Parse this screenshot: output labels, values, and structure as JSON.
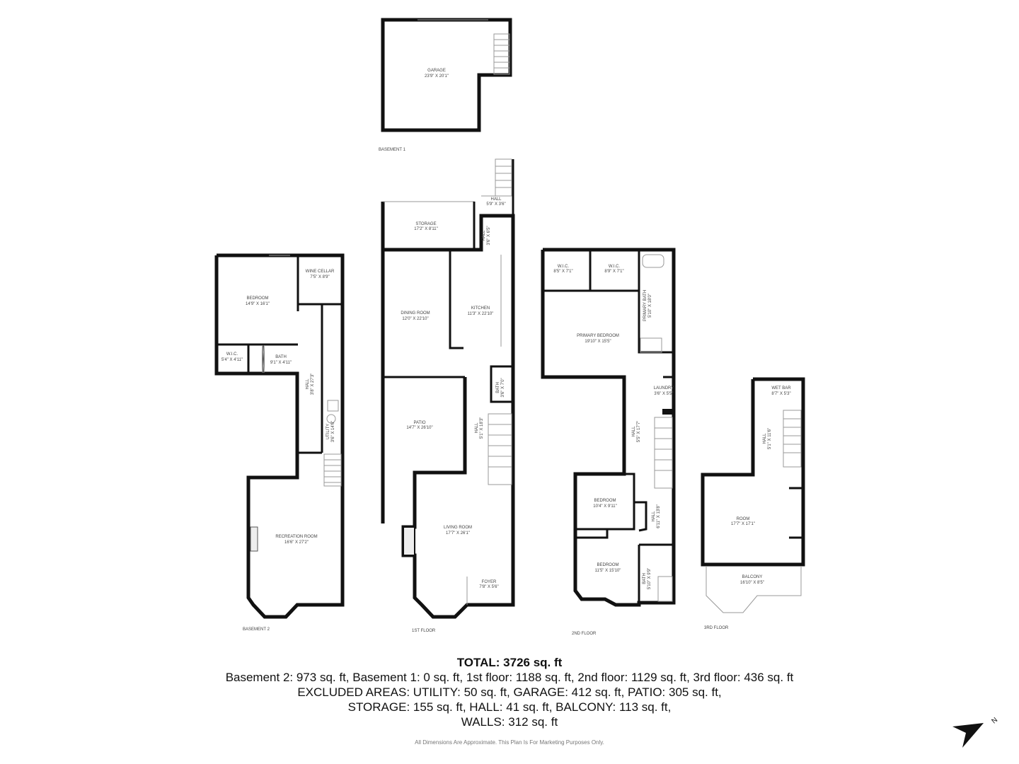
{
  "floors": {
    "garage_level": {
      "rooms": [
        {
          "name": "GARAGE",
          "dims": "23'9\" X 20'1\""
        }
      ],
      "label": "BASEMENT 1"
    },
    "basement2": {
      "label": "BASEMENT 2",
      "rooms": [
        {
          "name": "BEDROOM",
          "dims": "14'9\" X 16'1\""
        },
        {
          "name": "WINE CELLAR",
          "dims": "7'5\" X 8'9\""
        },
        {
          "name": "W.I.C.",
          "dims": "5'4\" X 4'11\""
        },
        {
          "name": "BATH",
          "dims": "9'1\" X 4'11\""
        },
        {
          "name": "HALL",
          "dims": "3'8\" X 27'3\""
        },
        {
          "name": "UTILITY",
          "dims": "3'6\" X 14'6\""
        },
        {
          "name": "RECREATION ROOM",
          "dims": "16'6\" X 27'2\""
        }
      ]
    },
    "first": {
      "label": "1ST FLOOR",
      "rooms": [
        {
          "name": "HALL",
          "dims": "5'9\" X 3'6\""
        },
        {
          "name": "STORAGE",
          "dims": "17'2\" X 8'11\""
        },
        {
          "name": "HALL",
          "dims": "3'6\" X 6'5\""
        },
        {
          "name": "DINING ROOM",
          "dims": "12'0\" X 22'10\""
        },
        {
          "name": "KITCHEN",
          "dims": "11'3\" X 22'10\""
        },
        {
          "name": "BATH",
          "dims": "3'6\" X 7'0\""
        },
        {
          "name": "PATIO",
          "dims": "14'7\" X 26'10\""
        },
        {
          "name": "HALL",
          "dims": "5'1\" X 18'3\""
        },
        {
          "name": "LIVING ROOM",
          "dims": "17'7\" X 26'1\""
        },
        {
          "name": "FOYER",
          "dims": "7'8\" X 5'6\""
        }
      ]
    },
    "second": {
      "label": "2ND FLOOR",
      "rooms": [
        {
          "name": "W.I.C.",
          "dims": "8'5\" X 7'1\""
        },
        {
          "name": "W.I.C.",
          "dims": "8'9\" X 7'1\""
        },
        {
          "name": "PRIMARY BATH",
          "dims": "5'10\" X 18'0\""
        },
        {
          "name": "PRIMARY BEDROOM",
          "dims": "19'10\" X 15'5\""
        },
        {
          "name": "LAUNDRY",
          "dims": "3'6\" X 5'5\""
        },
        {
          "name": "HALL",
          "dims": "5'5\" X 17'7\""
        },
        {
          "name": "BEDROOM",
          "dims": "10'4\" X 9'11\""
        },
        {
          "name": "HALL",
          "dims": "6'11\" X 13'8\""
        },
        {
          "name": "BEDROOM",
          "dims": "11'5\" X 15'10\""
        },
        {
          "name": "BATH",
          "dims": "5'10\" X 9'9\""
        }
      ]
    },
    "third": {
      "label": "3RD FLOOR",
      "rooms": [
        {
          "name": "WET BAR",
          "dims": "8'7\" X 5'3\""
        },
        {
          "name": "HALL",
          "dims": "5'1\" X 11'6\""
        },
        {
          "name": "ROOM",
          "dims": "17'7\" X 17'1\""
        },
        {
          "name": "BALCONY",
          "dims": "16'10\" X 8'5\""
        }
      ]
    }
  },
  "summary": {
    "total": "TOTAL: 3726 sq. ft",
    "line1": "Basement 2: 973 sq. ft, Basement 1: 0 sq. ft, 1st floor: 1188 sq. ft, 2nd floor: 1129 sq. ft, 3rd floor: 436 sq. ft",
    "line2": "EXCLUDED AREAS: UTILITY: 50 sq. ft, GARAGE: 412 sq. ft, PATIO: 305 sq. ft,",
    "line3": "STORAGE: 155 sq. ft, HALL: 41 sq. ft, BALCONY: 113 sq. ft,",
    "line4": "WALLS: 312 sq. ft"
  },
  "disclaimer": "All Dimensions Are Approximate. This Plan Is For Marketing Purposes Only.",
  "compass": {
    "icon": "north-arrow-icon",
    "letter": "N"
  }
}
